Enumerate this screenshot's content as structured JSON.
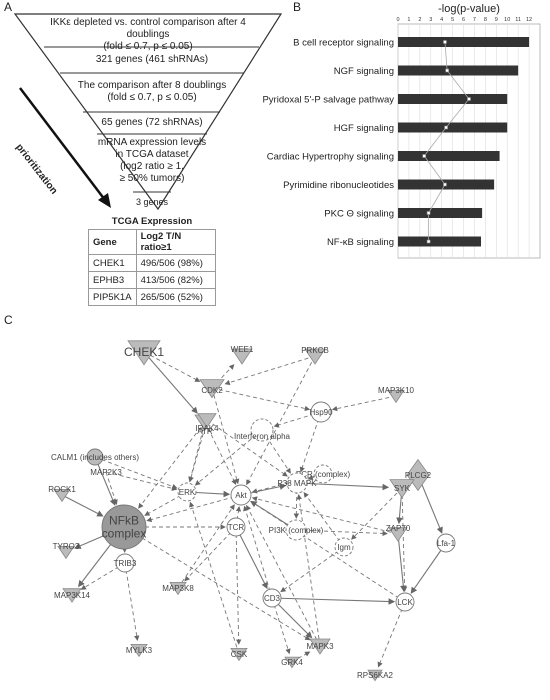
{
  "panel_labels": {
    "a": "A",
    "b": "B",
    "c": "C"
  },
  "panel_a": {
    "steps": [
      {
        "line1": "IKKε depleted vs. control comparison after 4 doublings",
        "line2": "(fold ≤ 0.7, p ≤ 0.05)"
      },
      {
        "line1": "321 genes (461 shRNAs)"
      },
      {
        "line1": "The comparison after 8 doublings",
        "line2": "(fold ≤ 0.7, p ≤ 0.05)"
      },
      {
        "line1": "65 genes (72 shRNAs)"
      },
      {
        "line1": "mRNA expression levels",
        "line2": "in TCGA dataset",
        "line3": "(log2 ratio ≥ 1,",
        "line4": "≥ 50% tumors)"
      },
      {
        "line1": "3 genes"
      }
    ],
    "arrow_label": "prioritization",
    "table": {
      "caption": "TCGA Expression",
      "headers": [
        "Gene",
        "Log2 T/N ratio≥1"
      ],
      "rows": [
        [
          "CHEK1",
          "496/506 (98%)"
        ],
        [
          "EPHB3",
          "413/506 (82%)"
        ],
        [
          "PIP5K1A",
          "265/506 (52%)"
        ]
      ]
    }
  },
  "chart_data": {
    "type": "bar",
    "title": "-log(p-value)",
    "orientation": "horizontal",
    "categories": [
      "B cell receptor signaling",
      "NGF signaling",
      "Pyridoxal 5'-P salvage pathway",
      "HGF signaling",
      "Cardiac Hypertrophy signaling",
      "Pyrimidine ribonucleotides",
      "PKC Θ signaling",
      "NF-κB signaling"
    ],
    "values": [
      12.0,
      11.0,
      10.0,
      10.0,
      9.3,
      8.8,
      7.7,
      7.6
    ],
    "ratio_points": [
      4.3,
      4.5,
      6.5,
      4.4,
      2.4,
      4.3,
      2.8,
      2.8
    ],
    "ticks": [
      "0",
      "1",
      "2",
      "3",
      "4",
      "5",
      "6",
      "7",
      "8",
      "9",
      "10",
      "11",
      "12"
    ],
    "xlim": [
      0,
      13
    ],
    "bar_color": "#333333",
    "grid": true
  },
  "network": {
    "nodes": [
      {
        "label": "WEE1"
      },
      {
        "label": "CHEK1"
      },
      {
        "label": "CDK2"
      },
      {
        "label": "PRKCB"
      },
      {
        "label": "MAP3K10"
      },
      {
        "label": "ATR"
      },
      {
        "label": "IRAK4"
      },
      {
        "label": "Interferon alpha"
      },
      {
        "label": "Hsp90"
      },
      {
        "label": "CALM1 (includes others)"
      },
      {
        "label": "MAP2K3"
      },
      {
        "label": "BCR (complex)"
      },
      {
        "label": "PLCG2"
      },
      {
        "label": "ROCK1"
      },
      {
        "label": "ERK"
      },
      {
        "label": "Akt"
      },
      {
        "label": "P38 MAPK"
      },
      {
        "label": "SYK"
      },
      {
        "label": "NFkB complex"
      },
      {
        "label": "PI3K (complex)"
      },
      {
        "label": "ZAP70"
      },
      {
        "label": "Lfa-1"
      },
      {
        "label": "TYRO3"
      },
      {
        "label": "TCR"
      },
      {
        "label": "Igm"
      },
      {
        "label": "TRIB3"
      },
      {
        "label": "MAP3K14"
      },
      {
        "label": "MAP3K8"
      },
      {
        "label": "CD3"
      },
      {
        "label": "LCK"
      },
      {
        "label": "MAPK3"
      },
      {
        "label": "MYLK3"
      },
      {
        "label": "CSK"
      },
      {
        "label": "GRK4"
      },
      {
        "label": "RPS6KA2"
      }
    ]
  }
}
